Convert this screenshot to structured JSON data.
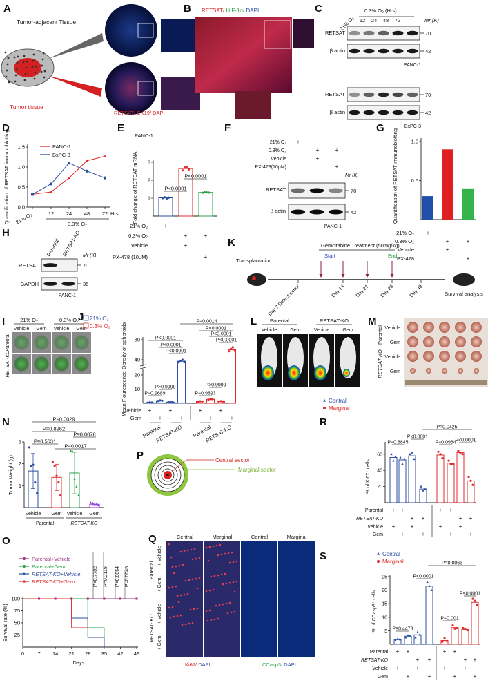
{
  "panel_labels": [
    "A",
    "B",
    "C",
    "D",
    "E",
    "F",
    "G",
    "H",
    "I",
    "J",
    "K",
    "L",
    "M",
    "N",
    "O",
    "P",
    "Q",
    "R",
    "S"
  ],
  "A": {
    "adjacent": "Tumor-adjacent Tissue",
    "tumor": "Tumor tissue",
    "stain": "RETSAT/ CK19/ DAPI"
  },
  "B": {
    "stain_retsat": "RETSAT/",
    "stain_hif": " HIF-1α/",
    "stain_dapi": " DAPI"
  },
  "C": {
    "normoxia": "21% O₂",
    "hypoxia": "0.3% O₂ (Hrs)",
    "hours": [
      "12",
      "24",
      "48",
      "72"
    ],
    "mr": "Mr (K)",
    "blots": [
      {
        "label": "RETSAT",
        "mw": "70"
      },
      {
        "label": "β actin",
        "mw": "42"
      },
      {
        "label": "RETSAT",
        "mw": "70"
      },
      {
        "label": "β actin",
        "mw": "42"
      }
    ],
    "cell_lines": [
      "PANC-1",
      "BxPC-3"
    ],
    "band_intensity": [
      [
        0.4,
        0.5,
        0.6,
        0.9,
        0.9
      ],
      [
        0.9,
        0.9,
        0.9,
        0.9,
        0.9
      ],
      [
        0.4,
        0.6,
        0.85,
        0.7,
        0.6
      ],
      [
        0.9,
        0.9,
        0.9,
        0.9,
        0.9
      ]
    ]
  },
  "F": {
    "rows": [
      {
        "label": "21% O₂",
        "marks": [
          "+",
          "",
          ""
        ]
      },
      {
        "label": "0.3% O₂",
        "marks": [
          "",
          "+",
          "+"
        ]
      },
      {
        "label": "Vehicle",
        "marks": [
          "",
          "+",
          ""
        ]
      },
      {
        "label": "PX-478(10μM)",
        "marks": [
          "",
          "",
          "+"
        ]
      }
    ],
    "mr": "Mr (K)",
    "blots": [
      {
        "label": "RETSAT",
        "mw": "70"
      },
      {
        "label": "β actin",
        "mw": "42"
      }
    ],
    "cell_line": "PANC-1",
    "band_intensity": [
      [
        0.55,
        0.95,
        0.45
      ],
      [
        0.95,
        0.95,
        0.95
      ]
    ]
  },
  "H": {
    "columns": [
      "Parental",
      "RETSAT-KO"
    ],
    "mr": "Mr (K)",
    "blots": [
      {
        "label": "RETSAT",
        "mw": "70"
      },
      {
        "label": "GAPDH",
        "mw": "36"
      }
    ],
    "cell_line": "PANC-1",
    "band_intensity": [
      [
        0.9,
        0
      ],
      [
        0.9,
        0.9
      ]
    ]
  },
  "I": {
    "conditions": [
      "21% O₂",
      "0.3% O₂"
    ],
    "treatments": [
      "Vehicle",
      "Gem",
      "Vehicle",
      "Gem"
    ],
    "rows": [
      "Parental",
      "RETSAT-KO"
    ]
  },
  "K": {
    "transplantation": "Transplantation",
    "treatment": "Gemcitabine Treatment (50mg/kg)",
    "start": "Start",
    "end": "End",
    "days": [
      "Day 7 Detect tumor",
      "Day 14",
      "Day 21",
      "Day 28",
      "Day 49"
    ],
    "survival": "Survival analysis"
  },
  "L": {
    "groups": [
      "Parental",
      "RETSAT-KO"
    ],
    "treatments": [
      "Vehicle",
      "Gem",
      "Vehicle",
      "Gem"
    ]
  },
  "M": {
    "groups": [
      "Parental",
      "RETSAT-KO"
    ],
    "treatments": [
      "Vehicle",
      "Gem",
      "Vehicle",
      "Gem"
    ]
  },
  "P": {
    "central": "Central sector",
    "marginal": "Marginal sector"
  },
  "Q": {
    "columns": [
      "Central",
      "Marginal",
      "Central",
      "Marginal"
    ],
    "groups": [
      "Parental",
      "RETSAT- KO"
    ],
    "treatments": [
      "+ Vehicle",
      "+ Gem",
      "+ Vehicle",
      "+ Gem"
    ],
    "stain_ki67": "Ki67/",
    "stain_ccasp3": "CCasp3/",
    "stain_dapi": " DAPI"
  },
  "colors": {
    "blue": "#2b4ea0",
    "red": "#e02b2b",
    "green": "#2aa34a",
    "purple": "#8a2be2",
    "magenta": "#a0307f",
    "grey": "#555555"
  },
  "chart_data": [
    {
      "id": "D",
      "type": "line",
      "title": "",
      "ylabel": "Quantification of RETSAT immunoblotting",
      "xlabel": "Hrs",
      "categories": [
        "21% O₂",
        "12",
        "24",
        "48",
        "72"
      ],
      "xgroup": "0.3% O₂",
      "ylim": [
        0,
        1.5
      ],
      "yticks": [
        "0.0",
        "0.5",
        "1.0",
        "1.5"
      ],
      "series": [
        {
          "name": "PANC-1",
          "color": "#e02b2b",
          "values": [
            0.32,
            0.38,
            0.73,
            1.16,
            1.27
          ]
        },
        {
          "name": "BxPC-3",
          "color": "#2b4ea0",
          "values": [
            0.32,
            0.58,
            1.1,
            0.9,
            0.73
          ]
        }
      ]
    },
    {
      "id": "E",
      "type": "bar",
      "title": "PANC-1",
      "ylabel": "Fold change of RETSAT mRNA",
      "ylim": [
        0,
        3
      ],
      "yticks": [
        "1",
        "2",
        "3"
      ],
      "values": [
        1.02,
        2.65,
        1.32
      ],
      "colors": [
        "#2b4ea0",
        "#e02b2b",
        "#2aa34a"
      ],
      "points": [
        [
          1.0,
          1.05,
          0.98,
          1.03
        ],
        [
          2.55,
          2.7,
          2.75,
          2.6
        ],
        [
          1.3,
          1.33,
          1.32,
          1.31
        ]
      ],
      "pvalues": [
        {
          "text": "P<0.0001",
          "between": [
            0,
            1
          ]
        },
        {
          "text": "P<0.0001",
          "between": [
            1,
            2
          ]
        }
      ],
      "rows": [
        {
          "label": "21% O₂",
          "marks": [
            "+",
            "",
            ""
          ]
        },
        {
          "label": "0.3% O₂",
          "marks": [
            "",
            "+",
            "+"
          ]
        },
        {
          "label": "Vehicle",
          "marks": [
            "",
            "+",
            ""
          ]
        },
        {
          "label": "PX-478 (10μM)",
          "marks": [
            "",
            "",
            "+"
          ]
        }
      ]
    },
    {
      "id": "G",
      "type": "bar",
      "ylabel": "Quantification of RETSAT immunoblotting",
      "ylim": [
        0,
        1.0
      ],
      "yticks": [
        "0.5",
        "1.0"
      ],
      "values": [
        0.3,
        0.9,
        0.4
      ],
      "colors": [
        "#1f4fa8",
        "#e02020",
        "#33b34a"
      ],
      "rows": [
        {
          "label": "21% O₂",
          "marks": [
            "+",
            "",
            ""
          ]
        },
        {
          "label": "0.3% O₂",
          "marks": [
            "",
            "+",
            "+"
          ]
        },
        {
          "label": "Vehicle",
          "marks": [
            "",
            "+",
            ""
          ]
        },
        {
          "label": "PX-478",
          "marks": [
            "",
            "",
            "+"
          ]
        }
      ]
    },
    {
      "id": "J",
      "type": "bar",
      "ylabel": "Mean Flourescence Density of spheroids",
      "ylim": [
        0,
        80
      ],
      "yticks": [
        "10",
        "20",
        "40",
        "80"
      ],
      "legend": [
        {
          "name": "21% O₂",
          "color": "#2b4ea0"
        },
        {
          "name": "0.3% O₂",
          "color": "#e02b2b"
        }
      ],
      "values": [
        0.5,
        1.8,
        0.8,
        37,
        1.3,
        2.8,
        1.3,
        60
      ],
      "colors": [
        "#2b4ea0",
        "#2b4ea0",
        "#2b4ea0",
        "#2b4ea0",
        "#e02b2b",
        "#e02b2b",
        "#e02b2b",
        "#e02b2b"
      ],
      "points": [
        [
          0.4,
          0.6,
          0.5
        ],
        [
          1.6,
          2.0,
          1.8
        ],
        [
          0.7,
          0.9,
          0.8
        ],
        [
          35,
          38,
          40,
          36
        ],
        [
          1.2,
          1.4,
          1.3
        ],
        [
          2.5,
          3.0,
          2.9
        ],
        [
          1.2,
          1.5,
          1.3
        ],
        [
          57,
          62,
          65,
          58
        ]
      ],
      "pvalues": [
        {
          "text": "P=0.9689",
          "between": [
            0,
            1
          ]
        },
        {
          "text": "P>0.9999",
          "between": [
            1,
            2
          ]
        },
        {
          "text": "P<0.0001",
          "between": [
            0,
            3
          ]
        },
        {
          "text": "P<0.0001",
          "between": [
            1,
            3
          ]
        },
        {
          "text": "P<0.0001",
          "between": [
            2,
            3
          ]
        },
        {
          "text": "P=0.9893",
          "between": [
            4,
            5
          ]
        },
        {
          "text": "P>0.9999",
          "between": [
            5,
            6
          ]
        },
        {
          "text": "P=0.0014",
          "between": [
            3,
            7
          ]
        },
        {
          "text": "P<0.0001",
          "between": [
            4,
            7
          ]
        },
        {
          "text": "P<0.0001",
          "between": [
            5,
            7
          ]
        },
        {
          "text": "P<0.0001",
          "between": [
            6,
            7
          ]
        }
      ],
      "rows": [
        {
          "label": "Vehicle",
          "marks": [
            "+",
            "",
            "+",
            "",
            "+",
            "",
            "+",
            ""
          ]
        },
        {
          "label": "Gem",
          "marks": [
            "",
            "+",
            "",
            "+",
            "",
            "+",
            "",
            "+"
          ]
        }
      ],
      "groups": [
        "Parental",
        "RETSAT-KO",
        "Parental",
        "RETSAT-KO"
      ]
    },
    {
      "id": "N",
      "type": "bar",
      "ylabel": "Tumor Weight (g)",
      "ylim": [
        0,
        3
      ],
      "yticks": [
        "1",
        "2",
        "3"
      ],
      "values": [
        1.67,
        1.38,
        1.58,
        0.15
      ],
      "colors": [
        "#2b4ea0",
        "#e02b2b",
        "#2aa34a",
        "#8a2be2"
      ],
      "errors": [
        0.8,
        0.6,
        0.95,
        0.05
      ],
      "points": [
        [
          2.75,
          1.9,
          1.95,
          1.15,
          0.65
        ],
        [
          2.1,
          1.9,
          1.45,
          1.15,
          0.55
        ],
        [
          2.6,
          2.55,
          1.3,
          0.95,
          0.55
        ],
        [
          0.22,
          0.2,
          0.12,
          0.15,
          0.1
        ]
      ],
      "pvalues": [
        {
          "text": "P=0.0029",
          "between": [
            0,
            3
          ]
        },
        {
          "text": "P=0.8962",
          "between": [
            0,
            2
          ]
        },
        {
          "text": "P=0.0078",
          "between": [
            2,
            3
          ]
        },
        {
          "text": "P=0.5631",
          "between": [
            0,
            1
          ]
        },
        {
          "text": "P=0.0017",
          "between": [
            1,
            3
          ]
        }
      ],
      "categories": [
        "Vehicle",
        "Gem",
        "Vehicle",
        "Gem"
      ],
      "groups": [
        "Parental",
        "RETSAT-KO"
      ]
    },
    {
      "id": "O",
      "type": "line",
      "ylabel": "Survival rate (%)",
      "xlabel": "Days",
      "xlim": [
        0,
        49
      ],
      "ylim": [
        0,
        100
      ],
      "xticks": [
        "0",
        "7",
        "14",
        "21",
        "28",
        "35",
        "42",
        "49"
      ],
      "yticks": [
        "25",
        "50",
        "75",
        "100"
      ],
      "series": [
        {
          "name": "Parental+Vehicle",
          "color": "#a0307f",
          "steps": [
            [
              0,
              100
            ],
            [
              49,
              100
            ]
          ]
        },
        {
          "name": "Parental+Gem",
          "color": "#2aa34a",
          "steps": [
            [
              0,
              100
            ],
            [
              28,
              100
            ],
            [
              28,
              40
            ],
            [
              35,
              40
            ],
            [
              35,
              0
            ]
          ]
        },
        {
          "name": "RETSAT-KO+Vehicle",
          "color": "#2b4ea0",
          "steps": [
            [
              0,
              100
            ],
            [
              21,
              100
            ],
            [
              21,
              60
            ],
            [
              28,
              60
            ],
            [
              28,
              20
            ],
            [
              35,
              20
            ],
            [
              35,
              0
            ]
          ]
        },
        {
          "name": "RETSAT-KO+Gem",
          "color": "#e02b2b",
          "steps": [
            [
              0,
              100
            ],
            [
              21,
              100
            ],
            [
              21,
              40
            ],
            [
              28,
              40
            ]
          ]
        }
      ],
      "pvalues": [
        "P=0.7702",
        "P=0.2119",
        "P=0.0064",
        "P=0.0045"
      ]
    },
    {
      "id": "R",
      "type": "bar",
      "ylabel": "% of Ki67⁺ cells",
      "ylim": [
        0,
        70
      ],
      "yticks": [
        "20",
        "40",
        "60"
      ],
      "legend": [
        {
          "name": "Central",
          "color": "#2b4ea0",
          "marker": "triangle"
        },
        {
          "name": "Marginal",
          "color": "#e02b2b",
          "marker": "circle"
        }
      ],
      "values": [
        56,
        53,
        58,
        17,
        59,
        49,
        62,
        27
      ],
      "colors": [
        "#2b4ea0",
        "#2b4ea0",
        "#2b4ea0",
        "#2b4ea0",
        "#e02b2b",
        "#e02b2b",
        "#e02b2b",
        "#e02b2b"
      ],
      "points": [
        [
          60,
          52,
          57
        ],
        [
          56,
          48,
          54
        ],
        [
          60,
          62,
          54
        ],
        [
          20,
          15,
          17
        ],
        [
          63,
          60,
          55
        ],
        [
          52,
          48,
          48
        ],
        [
          64,
          62,
          60
        ],
        [
          32,
          27,
          22
        ]
      ],
      "pvalues": [
        {
          "text": "P=0.8845",
          "between": [
            0,
            1
          ]
        },
        {
          "text": "P<0.0001",
          "between": [
            2,
            3
          ]
        },
        {
          "text": "P=0.0425",
          "between": [
            3,
            7
          ]
        },
        {
          "text": "P=0.0964",
          "between": [
            4,
            5
          ]
        },
        {
          "text": "P<0.0001",
          "between": [
            6,
            7
          ]
        }
      ],
      "rows": [
        {
          "label": "Parental",
          "marks": [
            "+",
            "+",
            "",
            "",
            "+",
            "+",
            "",
            ""
          ]
        },
        {
          "label": "RETSAT-KO",
          "marks": [
            "",
            "",
            "+",
            "+",
            "",
            "",
            "+",
            "+"
          ]
        },
        {
          "label": "Vehicle",
          "marks": [
            "+",
            "",
            "+",
            "",
            "+",
            "",
            "+",
            ""
          ]
        },
        {
          "label": "Gem",
          "marks": [
            "",
            "+",
            "",
            "+",
            "",
            "+",
            "",
            "+"
          ]
        }
      ]
    },
    {
      "id": "S",
      "type": "bar",
      "ylabel": "% of CCasp3⁺ cells",
      "ylim": [
        0,
        25
      ],
      "yticks": [
        "5",
        "10",
        "15",
        "20",
        "25"
      ],
      "legend": [
        {
          "name": "Central",
          "color": "#2b4ea0",
          "marker": "triangle"
        },
        {
          "name": "Marginal",
          "color": "#e02b2b",
          "marker": "circle"
        }
      ],
      "values": [
        1.7,
        3.0,
        3.5,
        21.5,
        1.4,
        6.2,
        5.5,
        15.5
      ],
      "colors": [
        "#2b4ea0",
        "#2b4ea0",
        "#2b4ea0",
        "#2b4ea0",
        "#e02b2b",
        "#e02b2b",
        "#e02b2b",
        "#e02b2b"
      ],
      "points": [
        [
          1.5,
          2.0,
          1.8
        ],
        [
          2.5,
          3.3,
          3.1
        ],
        [
          2.5,
          4.5,
          3.5
        ],
        [
          23,
          21.5,
          20
        ],
        [
          1.0,
          2.2,
          1.2
        ],
        [
          7,
          5.8,
          6
        ],
        [
          6,
          5.5,
          5.2
        ],
        [
          16.8,
          16,
          14.5
        ]
      ],
      "pvalues": [
        {
          "text": "P=0.4473",
          "between": [
            0,
            1
          ]
        },
        {
          "text": "P<0.0001",
          "between": [
            2,
            3
          ]
        },
        {
          "text": "P=0.0063",
          "between": [
            3,
            7
          ]
        },
        {
          "text": "P=0.001",
          "between": [
            4,
            5
          ]
        },
        {
          "text": "P<0.0001",
          "between": [
            6,
            7
          ]
        }
      ],
      "rows": [
        {
          "label": "Parental",
          "marks": [
            "+",
            "+",
            "",
            "",
            "+",
            "+",
            "",
            ""
          ]
        },
        {
          "label": "RETSAT-KO",
          "marks": [
            "",
            "",
            "+",
            "+",
            "",
            "",
            "+",
            "+"
          ]
        },
        {
          "label": "Vehicle",
          "marks": [
            "+",
            "",
            "+",
            "",
            "+",
            "",
            "+",
            ""
          ]
        },
        {
          "label": "Gem",
          "marks": [
            "",
            "+",
            "",
            "+",
            "",
            "+",
            "",
            "+"
          ]
        }
      ]
    }
  ]
}
